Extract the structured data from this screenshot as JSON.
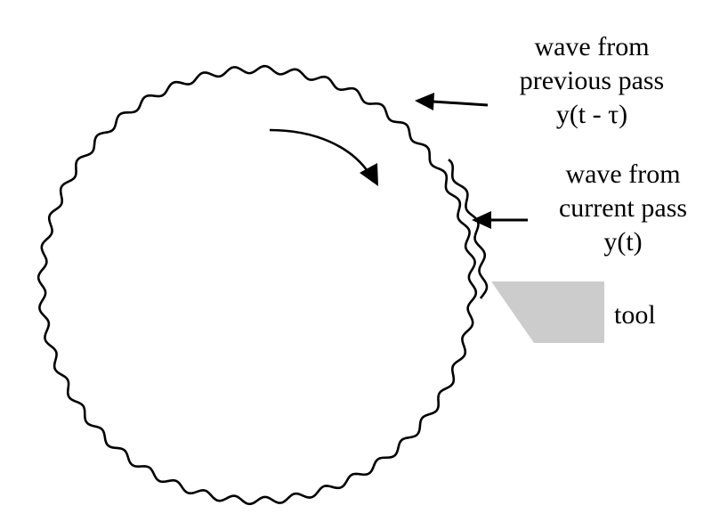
{
  "labels": {
    "previous_pass": {
      "line1": "wave from",
      "line2": "previous pass",
      "line3": "y(t - τ)"
    },
    "current_pass": {
      "line1": "wave from",
      "line2": "current pass",
      "line3": "y(t)"
    },
    "tool": "tool"
  },
  "colors": {
    "stroke": "#000000",
    "tool_fill": "#cccccc",
    "background": "#ffffff"
  }
}
